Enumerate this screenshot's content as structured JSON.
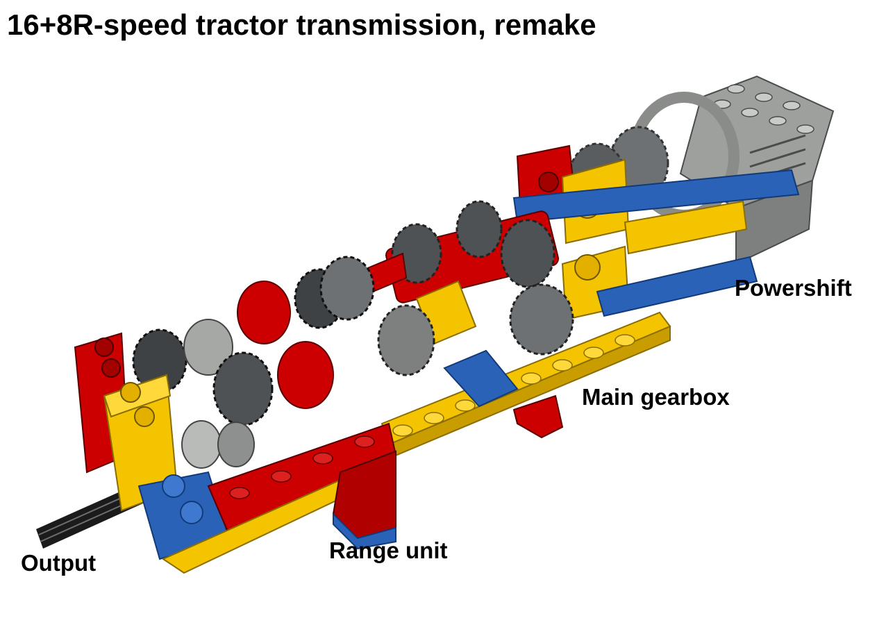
{
  "title": "16+8R-speed tractor transmission, remake",
  "labels": {
    "powershift": "Powershift",
    "main_gearbox": "Main gearbox",
    "range_unit": "Range unit",
    "output": "Output"
  },
  "colors": {
    "red": "#cc0000",
    "yellow": "#f5c400",
    "blue": "#2a62b8",
    "light_gray": "#a6a8a6",
    "dark_gray": "#55585a",
    "black": "#1b1b1b"
  }
}
